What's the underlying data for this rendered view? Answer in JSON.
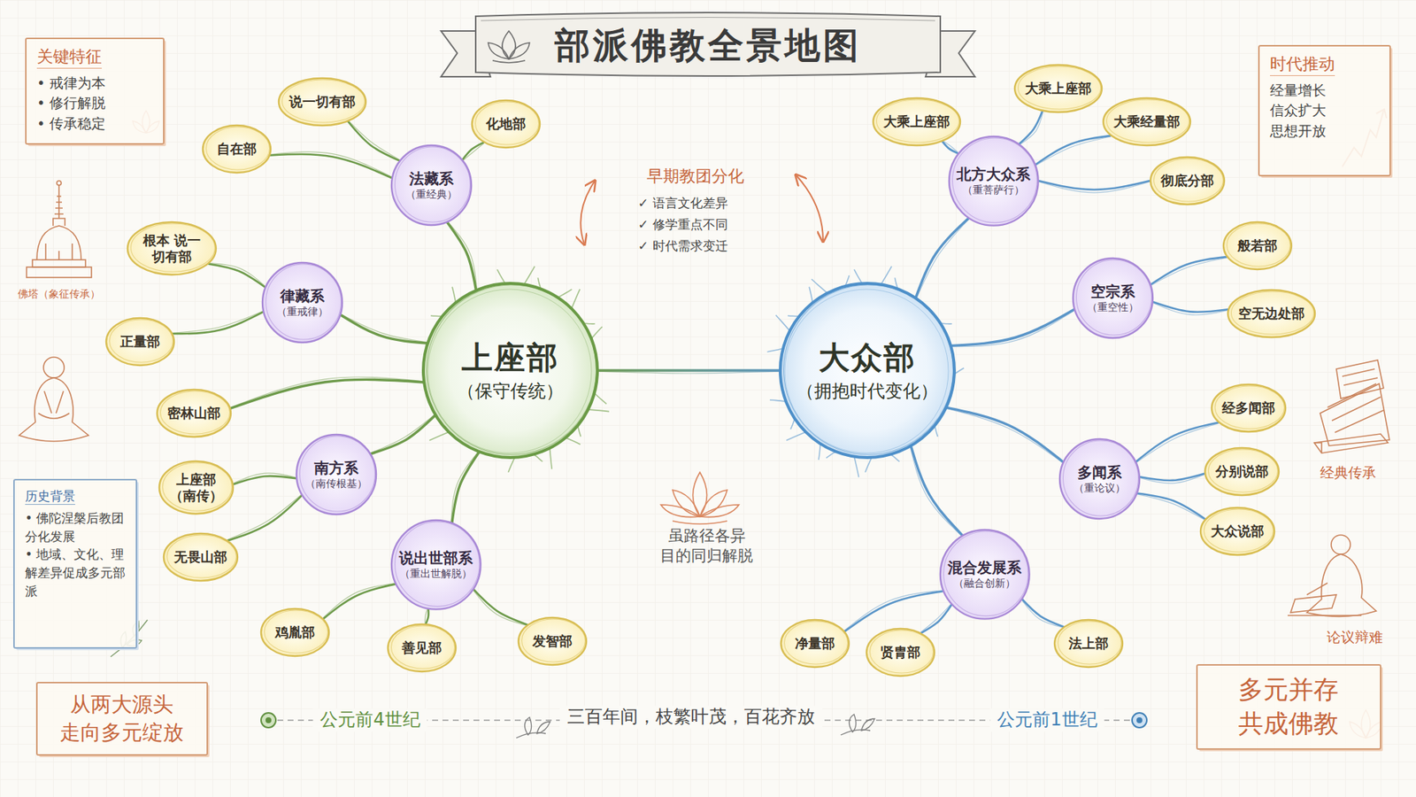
{
  "diagram": {
    "title": "部派佛教全景地图",
    "nodes": [
      {
        "text": [
          "关键特征",
          "• 戒律为本",
          "• 修行解脱",
          "• 传承稳定"
        ]
      },
      {
        "text": [
          "时代推动",
          "经量增长",
          "信众扩大",
          "思想开放"
        ]
      },
      {
        "text": [
          "上座部",
          "（保守传统）"
        ]
      },
      {
        "text": [
          "大众部",
          "（拥抱时代变化）"
        ]
      },
      {
        "text": [
          "法藏系",
          "（重经典）"
        ]
      },
      {
        "text": [
          "说一切有部"
        ]
      },
      {
        "text": [
          "自在部"
        ]
      },
      {
        "text": [
          "化地部"
        ]
      },
      {
        "text": [
          "律藏系",
          "（重戒律）"
        ]
      },
      {
        "text": [
          "根本 说一切有部"
        ]
      },
      {
        "text": [
          "正量部"
        ]
      },
      {
        "text": [
          "密林山部"
        ]
      },
      {
        "text": [
          "南方系",
          "（南传根基）"
        ]
      },
      {
        "text": [
          "上座部",
          "（南传）"
        ]
      },
      {
        "text": [
          "无畏山部"
        ]
      },
      {
        "text": [
          "说出世部系",
          "（重出世解脱）"
        ]
      },
      {
        "text": [
          "鸡胤部"
        ]
      },
      {
        "text": [
          "善见部"
        ]
      },
      {
        "text": [
          "发智部"
        ]
      },
      {
        "text": [
          "北方大众系",
          "（重菩萨行）"
        ]
      },
      {
        "text": [
          "大乘上座部"
        ]
      },
      {
        "text": [
          "大乘上座部"
        ]
      },
      {
        "text": [
          "大乘经量部"
        ]
      },
      {
        "text": [
          "彻底分部"
        ]
      },
      {
        "text": [
          "空宗系",
          "（重空性）"
        ]
      },
      {
        "text": [
          "般若部"
        ]
      },
      {
        "text": [
          "空无边处部"
        ]
      },
      {
        "text": [
          "多闻系",
          "（重论议）"
        ]
      },
      {
        "text": [
          "经多闻部"
        ]
      },
      {
        "text": [
          "分别说部"
        ]
      },
      {
        "text": [
          "大众说部"
        ]
      },
      {
        "text": [
          "混合发展系",
          "（融合创新）"
        ]
      },
      {
        "text": [
          "净量部"
        ]
      },
      {
        "text": [
          "贤胄部"
        ]
      },
      {
        "text": [
          "法上部"
        ]
      },
      {
        "text": [
          "历史背景",
          "• 佛陀涅槃后教团分化发展",
          "• 地域、文化、理解差异促成多元部派"
        ]
      },
      {
        "text": [
          "从两大源头 走向多元绽放"
        ]
      },
      {
        "text": [
          "多元并存 共成佛教"
        ]
      }
    ],
    "edges": [
      {
        "from": 2,
        "to": 3,
        "arrow": "none"
      },
      {
        "from": 2,
        "to": 4,
        "arrow": "none"
      },
      {
        "from": 2,
        "to": 8,
        "arrow": "none"
      },
      {
        "from": 2,
        "to": 11,
        "arrow": "none"
      },
      {
        "from": 2,
        "to": 12,
        "arrow": "none"
      },
      {
        "from": 2,
        "to": 15,
        "arrow": "none"
      },
      {
        "from": 4,
        "to": 5,
        "arrow": "none"
      },
      {
        "from": 4,
        "to": 6,
        "arrow": "none"
      },
      {
        "from": 4,
        "to": 7,
        "arrow": "none"
      },
      {
        "from": 8,
        "to": 9,
        "arrow": "none"
      },
      {
        "from": 8,
        "to": 10,
        "arrow": "none"
      },
      {
        "from": 12,
        "to": 13,
        "arrow": "none"
      },
      {
        "from": 12,
        "to": 14,
        "arrow": "none"
      },
      {
        "from": 15,
        "to": 16,
        "arrow": "none"
      },
      {
        "from": 15,
        "to": 17,
        "arrow": "none"
      },
      {
        "from": 15,
        "to": 18,
        "arrow": "none"
      },
      {
        "from": 3,
        "to": 19,
        "arrow": "none"
      },
      {
        "from": 3,
        "to": 24,
        "arrow": "none"
      },
      {
        "from": 3,
        "to": 27,
        "arrow": "none"
      },
      {
        "from": 3,
        "to": 31,
        "arrow": "none"
      },
      {
        "from": 19,
        "to": 20,
        "arrow": "none"
      },
      {
        "from": 19,
        "to": 21,
        "arrow": "none"
      },
      {
        "from": 19,
        "to": 22,
        "arrow": "none"
      },
      {
        "from": 19,
        "to": 23,
        "arrow": "none"
      },
      {
        "from": 24,
        "to": 25,
        "arrow": "none"
      },
      {
        "from": 24,
        "to": 26,
        "arrow": "none"
      },
      {
        "from": 27,
        "to": 28,
        "arrow": "none"
      },
      {
        "from": 27,
        "to": 29,
        "arrow": "none"
      },
      {
        "from": 27,
        "to": 30,
        "arrow": "none"
      },
      {
        "from": 31,
        "to": 32,
        "arrow": "none"
      },
      {
        "from": 31,
        "to": 33,
        "arrow": "none"
      },
      {
        "from": 31,
        "to": 34,
        "arrow": "none"
      }
    ],
    "labels": [
      "早期教团分化",
      "✓ 语言文化差异",
      "✓ 修学重点不同",
      "✓ 时代需求变迁",
      "虽路径各异 目的同归解脱",
      "佛塔（象征传承）",
      "经典传承",
      "论议辩难",
      "公元前4世纪",
      "三百年间，枝繁叶茂，百花齐放",
      "公元前1世纪"
    ]
  }
}
